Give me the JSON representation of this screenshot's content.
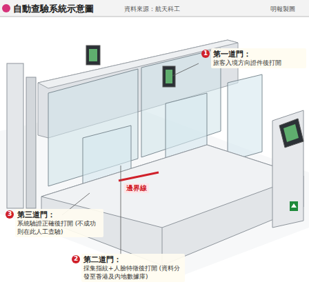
{
  "diagram": {
    "title": "自動查驗系統示意圖",
    "nodes": [
      {
        "text": [
          "第一道門：",
          "旅客入境方向證件後打開"
        ]
      },
      {
        "text": [
          "第三道門：",
          "系統驗證正確後打開 (不成功則在此人工查驗)"
        ]
      },
      {
        "text": [
          "第二道門：",
          "採集指紋+人臉特徵後打開 (資料分發至香港及內地數據庫)"
        ]
      }
    ],
    "edges": [],
    "labels": [
      "資料來源：航天科工",
      "明報製圖",
      "1",
      "3",
      "2",
      "邊界線"
    ]
  }
}
